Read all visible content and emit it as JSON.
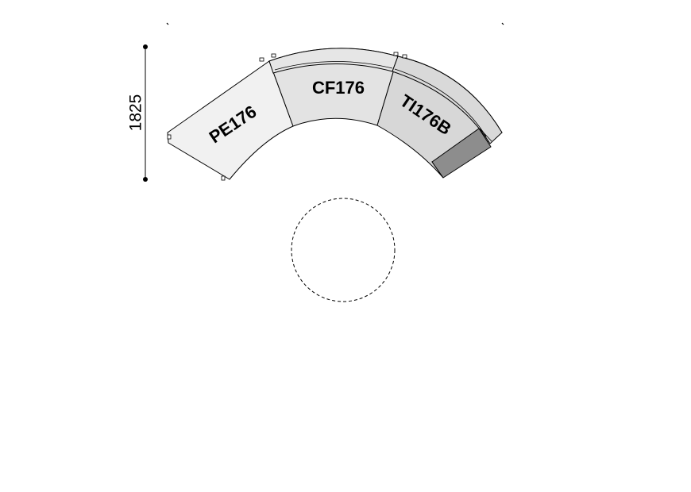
{
  "sofa": {
    "modules": [
      {
        "code": "PE176"
      },
      {
        "code": "CF176"
      },
      {
        "code": "TI176B"
      }
    ],
    "dimension": "1825"
  },
  "colors": {
    "stroke": "#000000",
    "pe176_fill": "#f1f1f1",
    "cf176_fill": "#e3e3e3",
    "ti176b_fill": "#d7d7d7",
    "backrest_fill": "#e6e6e6",
    "ti176b_backrest_fill": "#d9d9d9",
    "armrest_fill": "#8d8d8d"
  }
}
